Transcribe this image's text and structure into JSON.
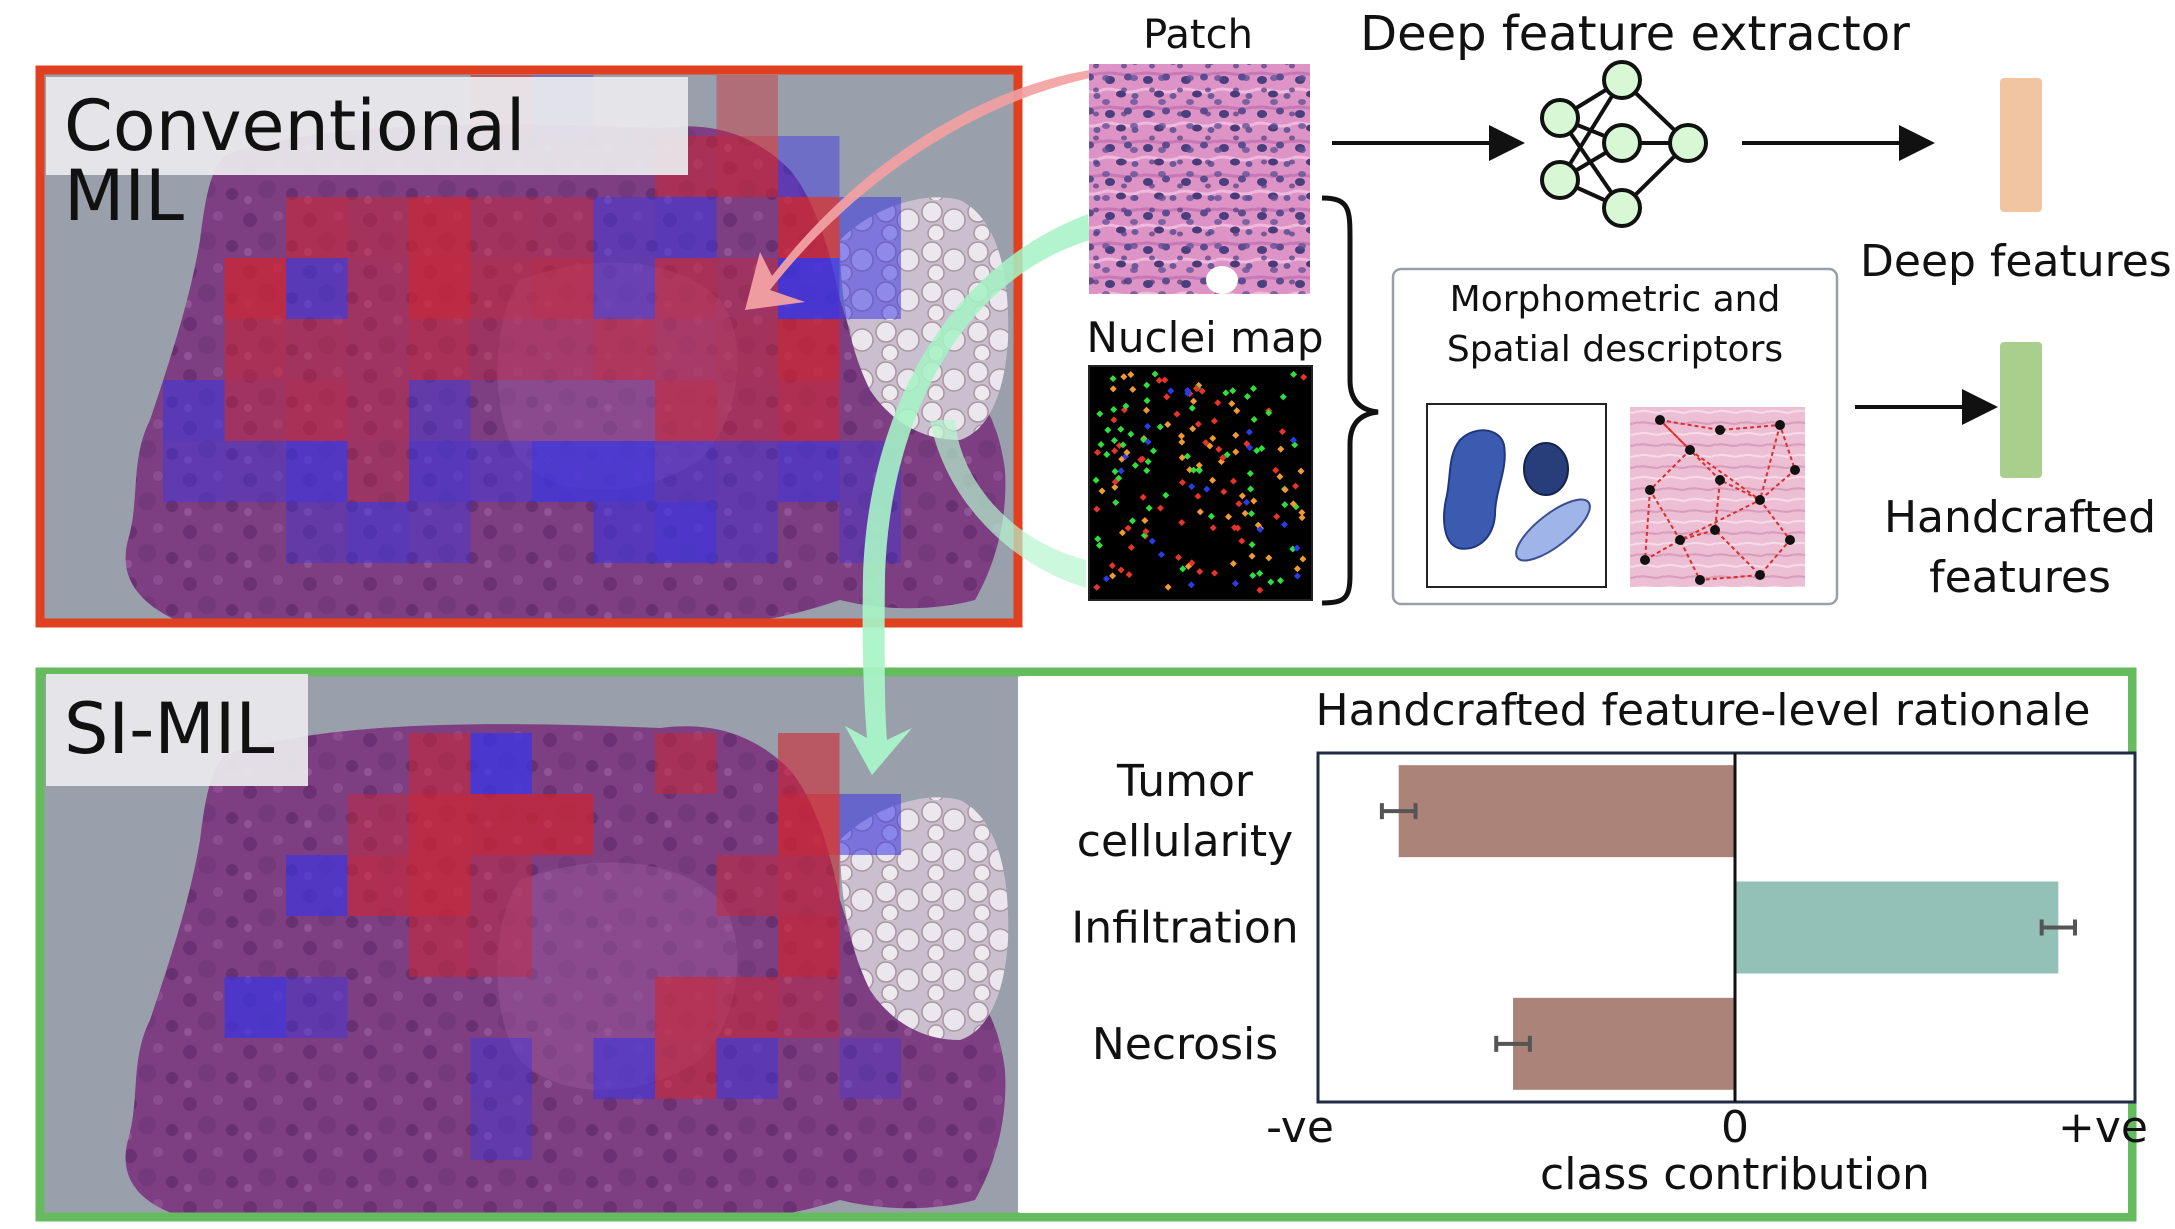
{
  "colors": {
    "conventional_frame": "#e0401f",
    "simil_frame": "#66bb5f",
    "slide_background": "#9aa0ab",
    "tissue": "#7e3f82",
    "attention_high": "#d1242f",
    "attention_low": "#3a34e6",
    "deep_feature_swatch": "#f2c5a2",
    "handcrafted_feature_swatch": "#a9cf8c",
    "negative_bar": "#ac8378",
    "positive_bar": "#93c1b8",
    "network_node": "#d8f7d5"
  },
  "conventional": {
    "title": "Conventional MIL",
    "heat_tiles": [
      {
        "col": 7,
        "row": 0,
        "v": 0.6
      },
      {
        "col": 8,
        "row": 0,
        "v": -0.3
      },
      {
        "col": 11,
        "row": 0,
        "v": 0.3
      },
      {
        "col": 10,
        "row": 1,
        "v": 0.5
      },
      {
        "col": 11,
        "row": 1,
        "v": 0.6
      },
      {
        "col": 12,
        "row": 1,
        "v": -0.4
      },
      {
        "col": 4,
        "row": 2,
        "v": 0.55
      },
      {
        "col": 5,
        "row": 2,
        "v": 0.4
      },
      {
        "col": 6,
        "row": 2,
        "v": 0.85
      },
      {
        "col": 7,
        "row": 2,
        "v": 0.35
      },
      {
        "col": 8,
        "row": 2,
        "v": 0.3
      },
      {
        "col": 9,
        "row": 2,
        "v": -0.4
      },
      {
        "col": 10,
        "row": 2,
        "v": -0.5
      },
      {
        "col": 12,
        "row": 2,
        "v": 0.85
      },
      {
        "col": 13,
        "row": 2,
        "v": -0.5
      },
      {
        "col": 3,
        "row": 3,
        "v": 0.85
      },
      {
        "col": 4,
        "row": 3,
        "v": -0.5
      },
      {
        "col": 5,
        "row": 3,
        "v": 0.3
      },
      {
        "col": 6,
        "row": 3,
        "v": 0.9
      },
      {
        "col": 7,
        "row": 3,
        "v": 0.5
      },
      {
        "col": 8,
        "row": 3,
        "v": 0.6
      },
      {
        "col": 9,
        "row": 3,
        "v": -0.3
      },
      {
        "col": 10,
        "row": 3,
        "v": 0.5
      },
      {
        "col": 11,
        "row": 3,
        "v": 0.3
      },
      {
        "col": 12,
        "row": 3,
        "v": -0.95
      },
      {
        "col": 13,
        "row": 3,
        "v": -0.5
      },
      {
        "col": 3,
        "row": 4,
        "v": 0.5
      },
      {
        "col": 4,
        "row": 4,
        "v": 0.35
      },
      {
        "col": 5,
        "row": 4,
        "v": 0.3
      },
      {
        "col": 6,
        "row": 4,
        "v": 0.5
      },
      {
        "col": 7,
        "row": 4,
        "v": 0.25
      },
      {
        "col": 8,
        "row": 4,
        "v": 0.25
      },
      {
        "col": 9,
        "row": 4,
        "v": 0.5
      },
      {
        "col": 10,
        "row": 4,
        "v": 0.3
      },
      {
        "col": 11,
        "row": 4,
        "v": 0.4
      },
      {
        "col": 12,
        "row": 4,
        "v": 0.85
      },
      {
        "col": 2,
        "row": 5,
        "v": -0.5
      },
      {
        "col": 3,
        "row": 5,
        "v": 0.3
      },
      {
        "col": 4,
        "row": 5,
        "v": 0.5
      },
      {
        "col": 5,
        "row": 5,
        "v": 0.3
      },
      {
        "col": 6,
        "row": 5,
        "v": -0.3
      },
      {
        "col": 10,
        "row": 5,
        "v": 0.55
      },
      {
        "col": 11,
        "row": 5,
        "v": 0.35
      },
      {
        "col": 12,
        "row": 5,
        "v": 0.6
      },
      {
        "col": 2,
        "row": 6,
        "v": -0.4
      },
      {
        "col": 3,
        "row": 6,
        "v": -0.3
      },
      {
        "col": 4,
        "row": 6,
        "v": -0.7
      },
      {
        "col": 5,
        "row": 6,
        "v": 0.2
      },
      {
        "col": 6,
        "row": 6,
        "v": -0.6
      },
      {
        "col": 7,
        "row": 6,
        "v": -0.4
      },
      {
        "col": 8,
        "row": 6,
        "v": -0.85
      },
      {
        "col": 9,
        "row": 6,
        "v": -0.85
      },
      {
        "col": 10,
        "row": 6,
        "v": -0.45
      },
      {
        "col": 11,
        "row": 6,
        "v": -0.3
      },
      {
        "col": 12,
        "row": 6,
        "v": -0.6
      },
      {
        "col": 13,
        "row": 6,
        "v": -0.3
      },
      {
        "col": 4,
        "row": 7,
        "v": -0.25
      },
      {
        "col": 5,
        "row": 7,
        "v": -0.5
      },
      {
        "col": 6,
        "row": 7,
        "v": -0.3
      },
      {
        "col": 9,
        "row": 7,
        "v": -0.6
      },
      {
        "col": 10,
        "row": 7,
        "v": -0.8
      },
      {
        "col": 11,
        "row": 7,
        "v": -0.3
      },
      {
        "col": 13,
        "row": 7,
        "v": -0.25
      }
    ]
  },
  "simil": {
    "title": "SI-MIL",
    "heat_tiles": [
      {
        "col": 6,
        "row": 1,
        "v": 0.5
      },
      {
        "col": 7,
        "row": 1,
        "v": -0.9
      },
      {
        "col": 10,
        "row": 1,
        "v": 0.45
      },
      {
        "col": 12,
        "row": 1,
        "v": 0.6
      },
      {
        "col": 5,
        "row": 2,
        "v": 0.35
      },
      {
        "col": 6,
        "row": 2,
        "v": 0.85
      },
      {
        "col": 7,
        "row": 2,
        "v": 0.8
      },
      {
        "col": 8,
        "row": 2,
        "v": 0.8
      },
      {
        "col": 12,
        "row": 2,
        "v": 0.9
      },
      {
        "col": 13,
        "row": 2,
        "v": -0.55
      },
      {
        "col": 4,
        "row": 3,
        "v": -0.7
      },
      {
        "col": 5,
        "row": 3,
        "v": 0.6
      },
      {
        "col": 6,
        "row": 3,
        "v": 0.85
      },
      {
        "col": 7,
        "row": 3,
        "v": 0.3
      },
      {
        "col": 11,
        "row": 3,
        "v": 0.4
      },
      {
        "col": 12,
        "row": 3,
        "v": 0.6
      },
      {
        "col": 6,
        "row": 4,
        "v": 0.5
      },
      {
        "col": 7,
        "row": 4,
        "v": 0.3
      },
      {
        "col": 12,
        "row": 4,
        "v": 0.75
      },
      {
        "col": 3,
        "row": 5,
        "v": -0.8
      },
      {
        "col": 4,
        "row": 5,
        "v": -0.35
      },
      {
        "col": 10,
        "row": 5,
        "v": 0.6
      },
      {
        "col": 11,
        "row": 5,
        "v": 0.5
      },
      {
        "col": 12,
        "row": 5,
        "v": 0.3
      },
      {
        "col": 7,
        "row": 6,
        "v": -0.35
      },
      {
        "col": 9,
        "row": 6,
        "v": -0.6
      },
      {
        "col": 10,
        "row": 6,
        "v": 0.55
      },
      {
        "col": 11,
        "row": 6,
        "v": -0.45
      },
      {
        "col": 13,
        "row": 6,
        "v": -0.2
      },
      {
        "col": 7,
        "row": 7,
        "v": -0.3
      }
    ]
  },
  "pipeline": {
    "patch_label": "Patch",
    "nuclei_map_label": "Nuclei map",
    "deep_extractor_label": "Deep feature extractor",
    "deep_features_label": "Deep features",
    "descriptor_box_title_line1": "Morphometric and",
    "descriptor_box_title_line2": "Spatial descriptors",
    "handcrafted_label_line1": "Handcrafted",
    "handcrafted_label_line2": "features"
  },
  "chart_data": {
    "type": "bar",
    "orientation": "horizontal",
    "title": "Handcrafted feature-level rationale",
    "xlabel": "class contribution",
    "ylabel": "",
    "categories": [
      "Tumor cellularity",
      "Infiltration",
      "Necrosis"
    ],
    "category_label_lines": [
      [
        "Tumor",
        "cellularity"
      ],
      [
        "Infiltration"
      ],
      [
        "Necrosis"
      ]
    ],
    "values": [
      -1.0,
      0.97,
      -0.66
    ],
    "errors": [
      0.05,
      0.05,
      0.05
    ],
    "xlim": [
      -1.24,
      1.2
    ],
    "xticks": [
      {
        "label": "-ve"
      },
      {
        "value": 0,
        "label": "0"
      },
      {
        "label": "+ve"
      }
    ],
    "grid": false,
    "legend": "none"
  }
}
